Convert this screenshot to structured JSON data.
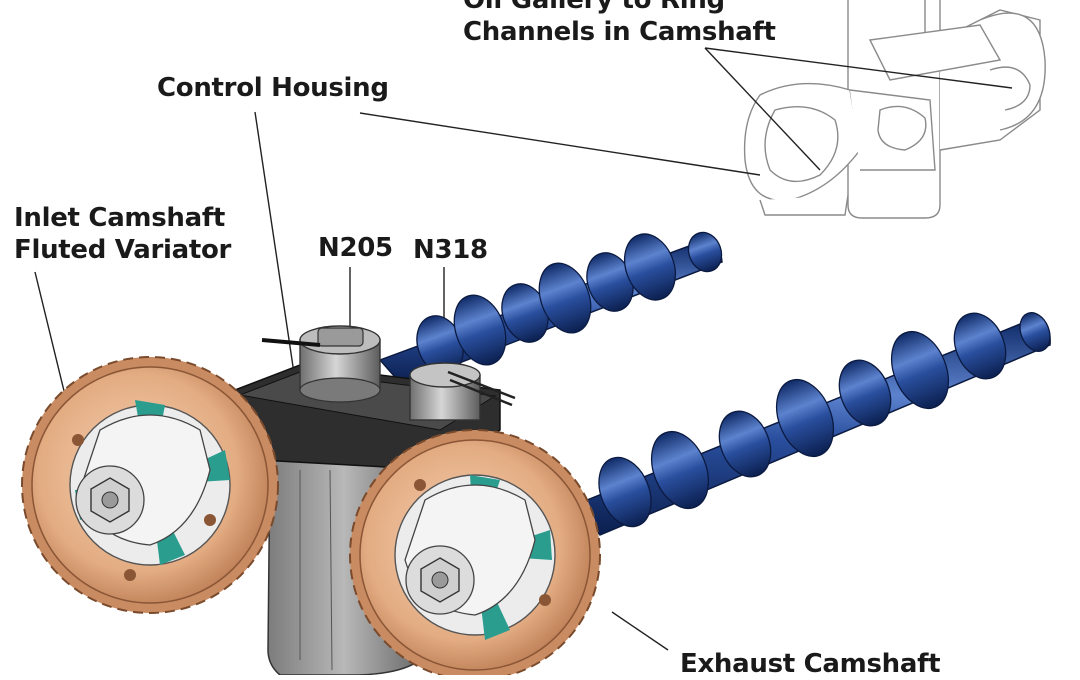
{
  "labels": {
    "oil_gallery": {
      "line1": "Oil Gallery to Ring",
      "line2": "Channels in Camshaft"
    },
    "control_housing": "Control Housing",
    "inlet_variator": {
      "line1": "Inlet Camshaft",
      "line2": "Fluted Variator"
    },
    "n205": "N205",
    "n318": "N318",
    "exhaust_camshaft": "Exhaust Camshaft"
  },
  "colors": {
    "camshaft_blue": "#1f3f8a",
    "camshaft_highlight": "#6f93d8",
    "sprocket_bronze": "#e0aa80",
    "vane_teal": "#2a9d8f",
    "housing_dark": "#2e2e2e",
    "housing_gray": "#9a9a9a",
    "label_text": "#1a1a1a"
  }
}
